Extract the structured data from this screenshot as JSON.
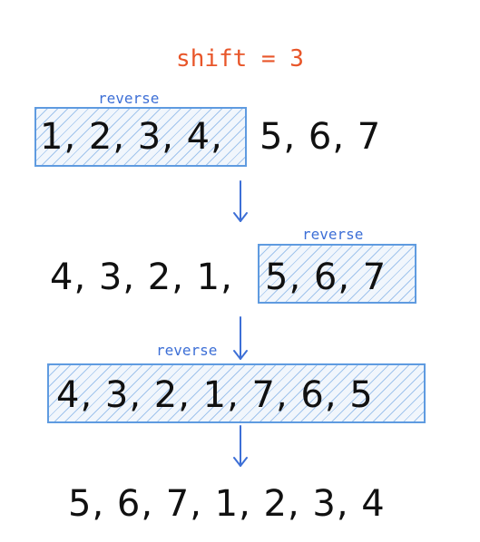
{
  "title": "shift = 3",
  "steps": [
    {
      "label": "reverse",
      "boxed": "1, 2, 3, 4,",
      "rest": "5, 6, 7"
    },
    {
      "label": "reverse",
      "rest": "4, 3, 2, 1,",
      "boxed": "5, 6, 7"
    },
    {
      "label": "reverse",
      "boxed": "4, 3, 2, 1, 7, 6, 5"
    }
  ],
  "result": "5, 6, 7, 1, 2, 3, 4",
  "colors": {
    "title": "#e8562a",
    "label": "#3d6fd6",
    "box_border": "#5f9be0",
    "arrow": "#3d6fd6",
    "text": "#111111"
  }
}
